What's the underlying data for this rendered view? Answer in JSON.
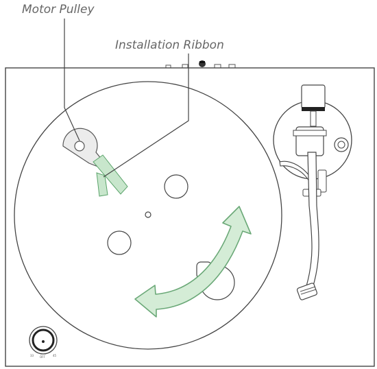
{
  "labels": {
    "motor_pulley": "Motor Pulley",
    "installation_ribbon": "Installation Ribbon"
  },
  "knob": {
    "left_mark": "33",
    "center_mark": "OFF",
    "right_mark": "45"
  },
  "colors": {
    "line": "#444444",
    "ribbon_fill": "#c8e6cc",
    "ribbon_stroke": "#5aa36a",
    "arrow_fill": "#d4ecd6",
    "arrow_stroke": "#6aa877",
    "pulley_fill": "#ececec"
  }
}
